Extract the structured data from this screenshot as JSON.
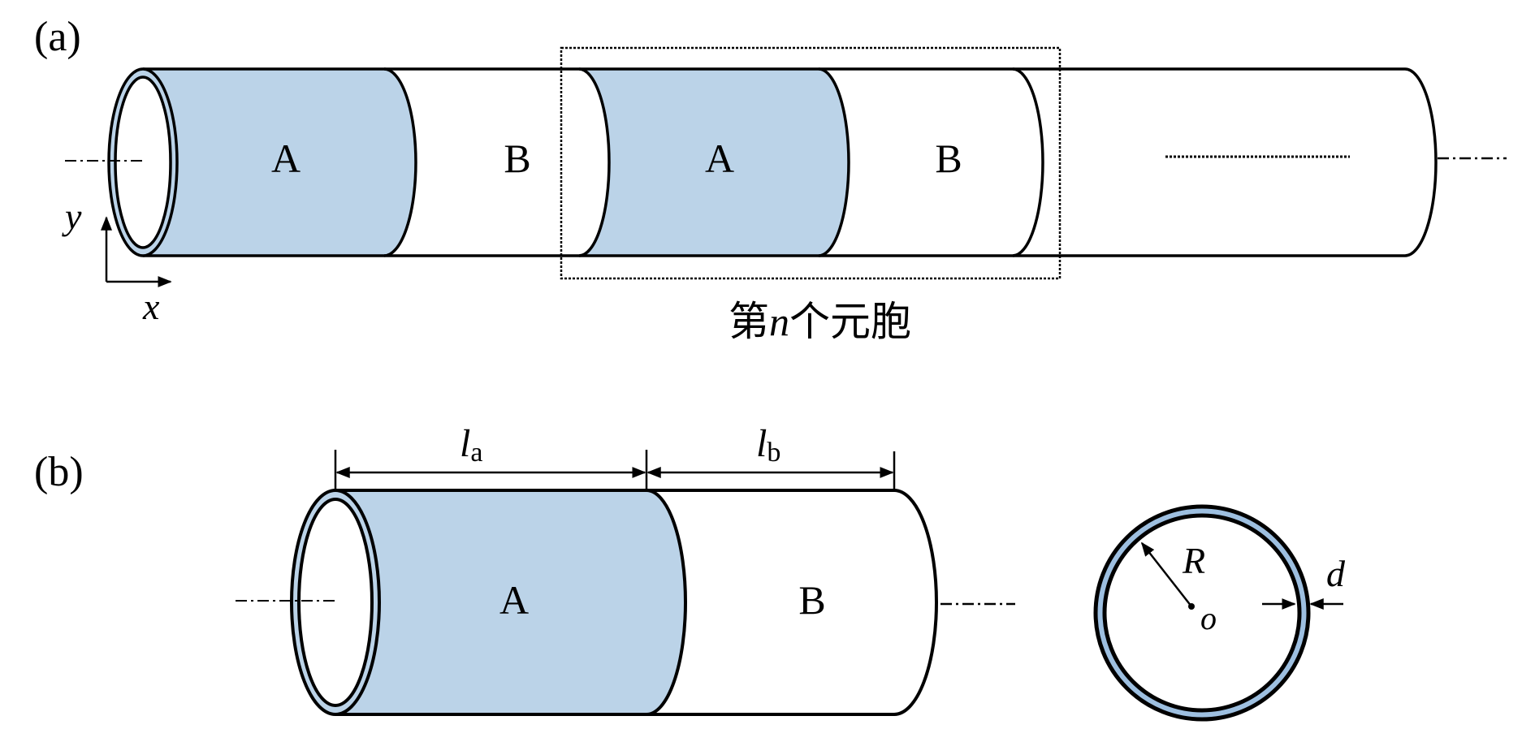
{
  "colors": {
    "segment_a_fill": "#BBD3E8",
    "ring_fill": "#9DBFE0",
    "line": "#000000",
    "background": "#FFFFFF"
  },
  "panel_a": {
    "label": "(a)",
    "segments": [
      {
        "material": "A",
        "label": "A"
      },
      {
        "material": "B",
        "label": "B"
      },
      {
        "material": "A",
        "label": "A"
      },
      {
        "material": "B",
        "label": "B"
      }
    ],
    "continuation": "ellipsis-dotted-line",
    "unit_cell_caption": {
      "prefix": "第",
      "variable": "n",
      "suffix": "个元胞"
    },
    "axes": {
      "x_label": "x",
      "y_label": "y"
    }
  },
  "panel_b": {
    "label": "(b)",
    "segments": [
      {
        "material": "A",
        "label": "A"
      },
      {
        "material": "B",
        "label": "B"
      }
    ],
    "dimensions": {
      "la": {
        "symbol": "l",
        "subscript": "a"
      },
      "lb": {
        "symbol": "l",
        "subscript": "b"
      }
    },
    "cross_section": {
      "radius_label": "R",
      "thickness_label": "d",
      "center_label": "o"
    }
  }
}
